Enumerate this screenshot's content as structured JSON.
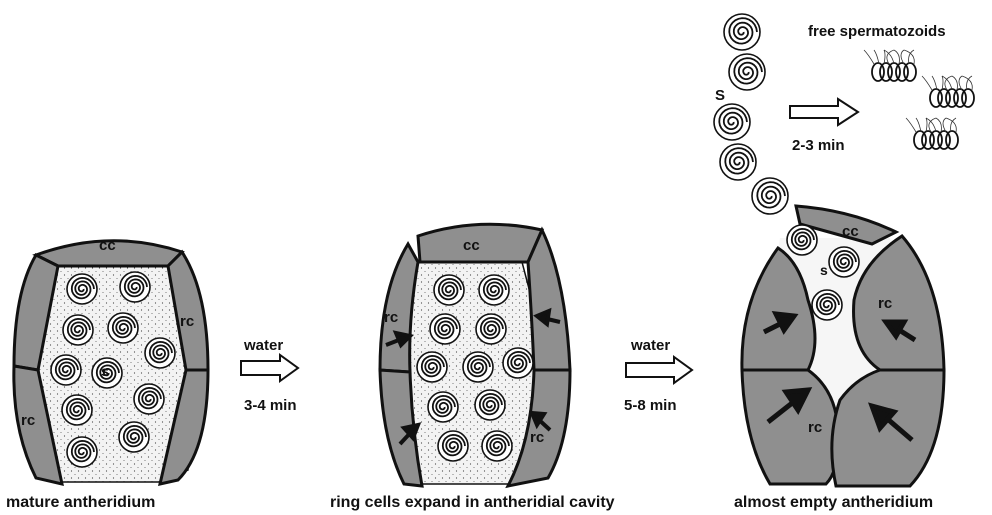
{
  "captions": {
    "stage1": "mature antheridium",
    "stage2": "ring cells expand in antheridial cavity",
    "stage3": "almost empty antheridium"
  },
  "transitions": [
    {
      "label": "water",
      "time": "3-4 min"
    },
    {
      "label": "water",
      "time": "5-8 min"
    }
  ],
  "release": {
    "time": "2-3 min",
    "label": "free spermatozoids"
  },
  "labels": {
    "cap_cell": "cc",
    "ring_cell": "rc",
    "spermatozoid": "s",
    "spermatozoid_upper": "S"
  },
  "colors": {
    "cell_fill": "#8f8f8f",
    "outline": "#111111",
    "cavity": "#f2f2f2"
  }
}
